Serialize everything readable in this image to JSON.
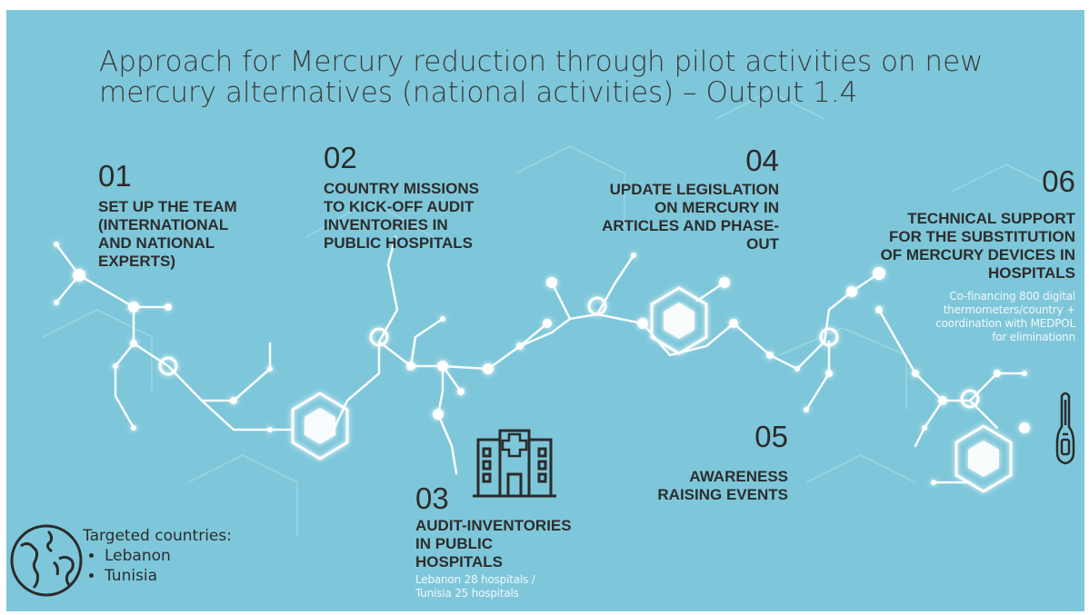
{
  "title": {
    "line1": "Approach for Mercury reduction through pilot activities on new",
    "line2": "mercury alternatives (national activities) – Output 1.4"
  },
  "steps": [
    {
      "number": "01",
      "label_lines": [
        "SET UP THE TEAM",
        "(INTERNATIONAL",
        "AND NATIONAL",
        "EXPERTS)"
      ]
    },
    {
      "number": "02",
      "label_lines": [
        "COUNTRY MISSIONS",
        "TO KICK-OFF AUDIT",
        "INVENTORIES IN",
        "PUBLIC HOSPITALS"
      ]
    },
    {
      "number": "03",
      "label_lines": [
        "AUDIT-INVENTORIES",
        "IN PUBLIC",
        "HOSPITALS"
      ],
      "note_lines": [
        "Lebanon 28 hospitals /",
        "Tunisia 25 hospitals"
      ]
    },
    {
      "number": "04",
      "label_lines": [
        "UPDATE LEGISLATION",
        "ON MERCURY IN",
        "ARTICLES AND PHASE-",
        "OUT"
      ]
    },
    {
      "number": "05",
      "label_lines": [
        "AWARENESS",
        "RAISING EVENTS"
      ]
    },
    {
      "number": "06",
      "label_lines": [
        "TECHNICAL SUPPORT",
        "FOR  THE SUBSTITUTION",
        "OF MERCURY DEVICES IN",
        "HOSPITALS"
      ],
      "note_lines": [
        "Co-financing 800 digital",
        "thermometers/country +",
        "coordination with MEDPOL",
        "for eliminationn"
      ]
    }
  ],
  "countries": {
    "heading": "Targeted countries:",
    "items": [
      "Lebanon",
      "Tunisia"
    ]
  },
  "icons": {
    "globe": "globe-icon",
    "hospital": "hospital-icon",
    "thermometer": "thermometer-icon"
  },
  "colors": {
    "background": "#7ec7da",
    "text": "#2d2d2d",
    "network": "#ffffff"
  }
}
